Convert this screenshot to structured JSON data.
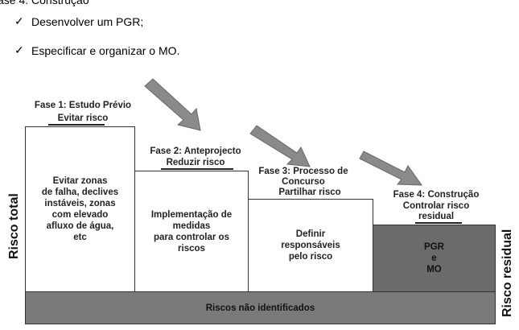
{
  "header": {
    "phase_line": "ase 4: Construção"
  },
  "checklist": [
    {
      "mark": "✓",
      "text": "Desenvolver um PGR;"
    },
    {
      "mark": "✓",
      "text": "Especificar e organizar o MO."
    }
  ],
  "diagram": {
    "phases": [
      {
        "title": "Fase 1: Estudo Prévio",
        "subtitle": "Evitar risco",
        "body": "Evitar zonas\nde falha, declives\ninstáveis, zonas\ncom elevado\nafluxo de água,\netc"
      },
      {
        "title": "Fase 2: Anteprojecto",
        "subtitle": "Reduzir risco",
        "body": "Implementação de\nmedidas\npara controlar os\nriscos"
      },
      {
        "title": "Fase 3: Processo de\nConcurso",
        "subtitle": "Partilhar risco",
        "body": "Definir\nresponsáveis\npelo risco"
      },
      {
        "title": "Fase 4: Construção",
        "subtitle": "Controlar risco\nresidual",
        "body": "PGR\ne\nMO"
      }
    ],
    "footer": "Riscos não identificados",
    "left_axis_label": "Risco total",
    "right_axis_label": "Risco residual",
    "colors": {
      "arrow": "#8a8a8a",
      "dark_box": "#6b6b6b",
      "footer": "#7a7a7a"
    }
  }
}
